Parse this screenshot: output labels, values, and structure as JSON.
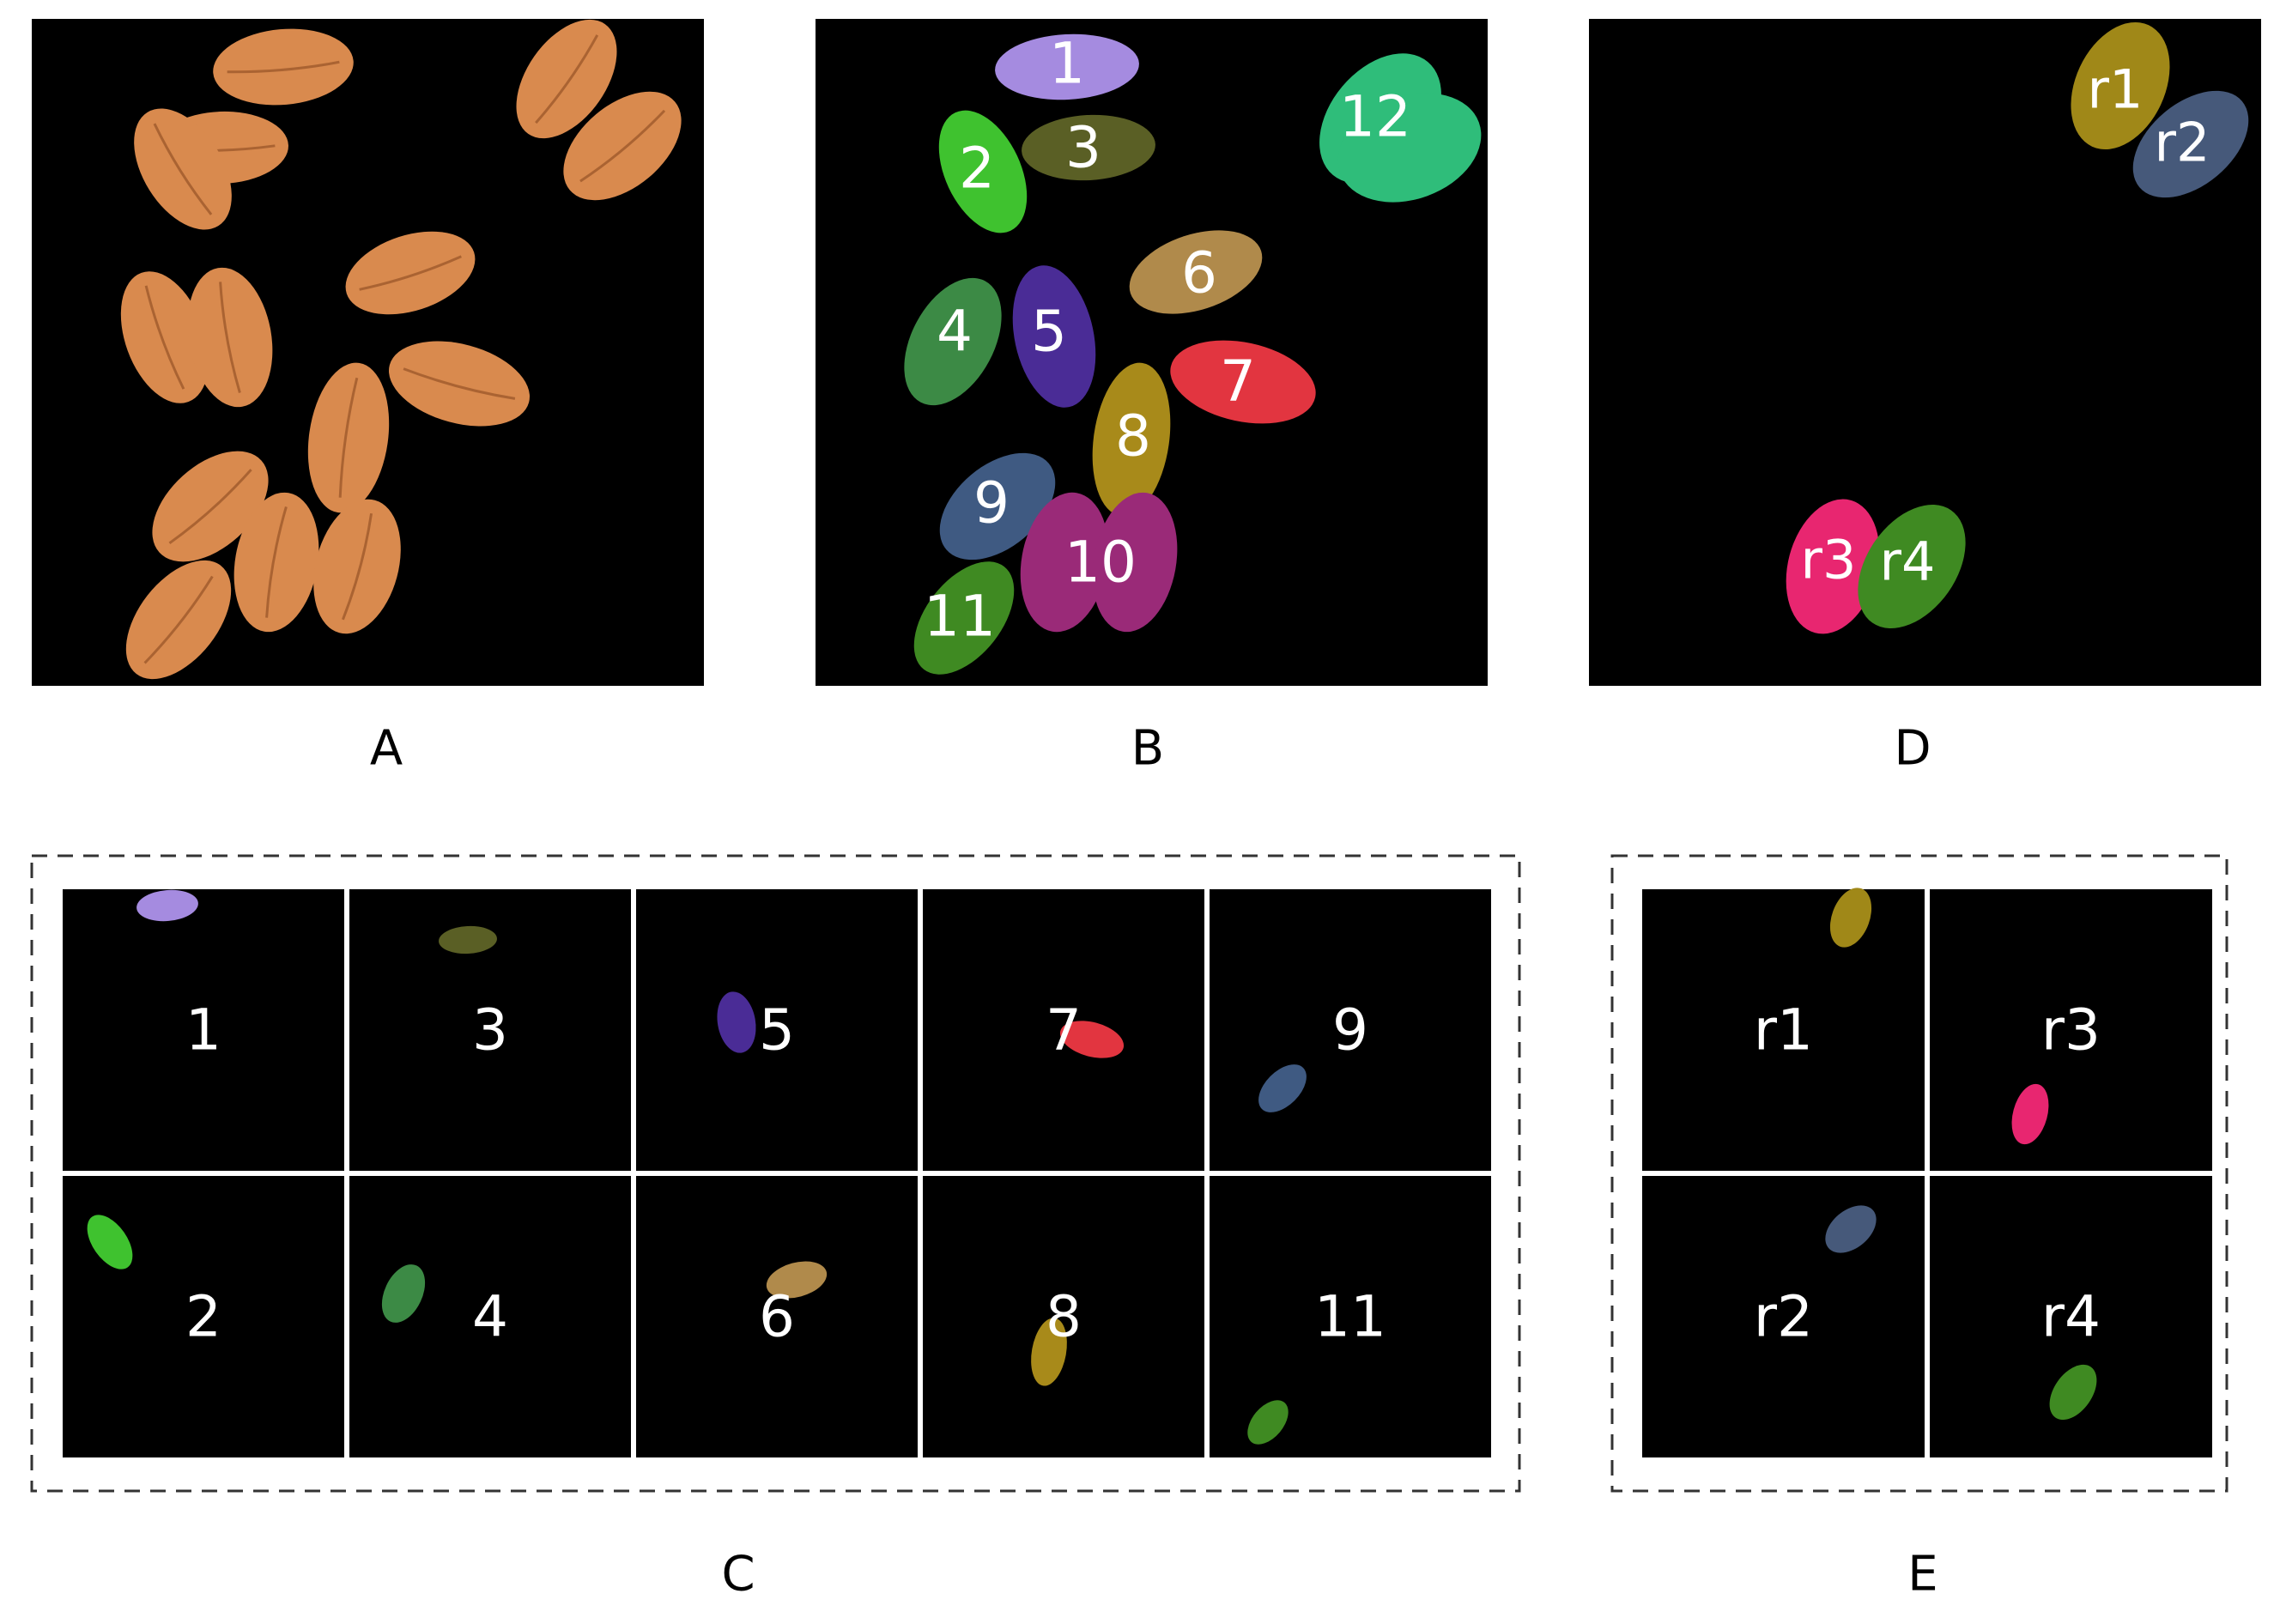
{
  "panels": {
    "A": {
      "caption": "A",
      "background": "#000000",
      "grain_color": "#d98a4e"
    },
    "B": {
      "caption": "B",
      "labels": [
        "1",
        "2",
        "3",
        "4",
        "5",
        "6",
        "7",
        "8",
        "9",
        "10",
        "11",
        "12"
      ],
      "colors": [
        "#a58be0",
        "#3fc22f",
        "#5a5f25",
        "#3c8a45",
        "#4a2c96",
        "#b08a4b",
        "#e23540",
        "#a88a1a",
        "#3f5a82",
        "#9a2a78",
        "#3f8a22",
        "#2fbd7a"
      ]
    },
    "D": {
      "caption": "D",
      "labels": [
        "r1",
        "r2",
        "r3",
        "r4"
      ],
      "colors": [
        "#a08818",
        "#46597a",
        "#e82670",
        "#3f8a22"
      ]
    },
    "C": {
      "caption": "C",
      "cells": [
        {
          "label": "1",
          "color": "#a58be0"
        },
        {
          "label": "3",
          "color": "#5a5f25"
        },
        {
          "label": "5",
          "color": "#4a2c96"
        },
        {
          "label": "7",
          "color": "#e23540"
        },
        {
          "label": "9",
          "color": "#3f5a82"
        },
        {
          "label": "2",
          "color": "#3fc22f"
        },
        {
          "label": "4",
          "color": "#3c8a45"
        },
        {
          "label": "6",
          "color": "#b08a4b"
        },
        {
          "label": "8",
          "color": "#a88a1a"
        },
        {
          "label": "11",
          "color": "#3f8a22"
        }
      ]
    },
    "E": {
      "caption": "E",
      "cells": [
        {
          "label": "r1",
          "color": "#a08818"
        },
        {
          "label": "r3",
          "color": "#e82670"
        },
        {
          "label": "r2",
          "color": "#46597a"
        },
        {
          "label": "r4",
          "color": "#3f8a22"
        }
      ]
    }
  }
}
